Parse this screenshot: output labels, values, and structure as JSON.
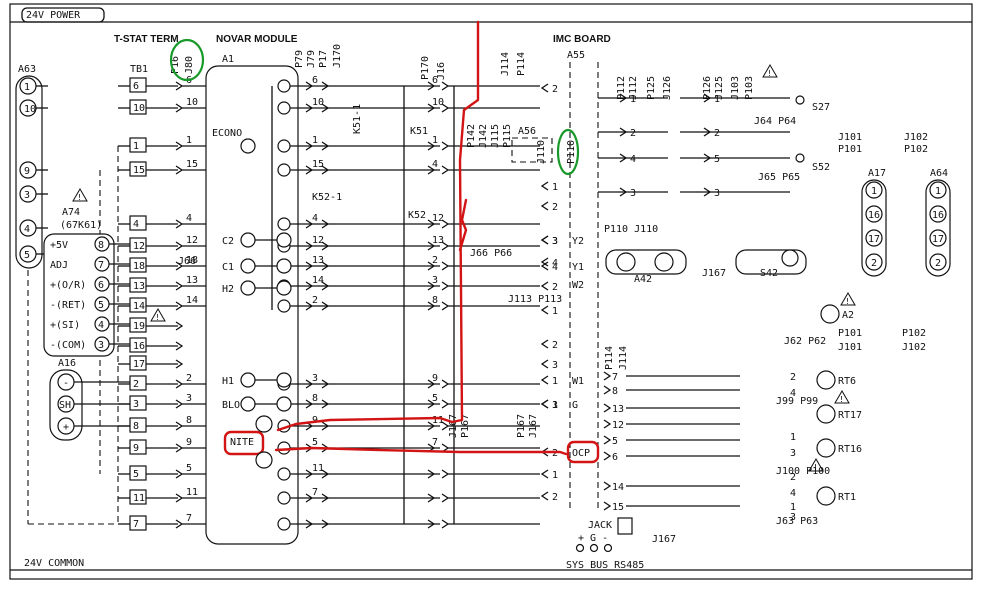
{
  "headings": {
    "power": "24V POWER",
    "common": "24V COMMON",
    "tstat": "T-STAT TERM",
    "novar": "NOVAR MODULE",
    "imc": "IMC BOARD"
  },
  "components": {
    "a63": "A63",
    "tb1": "TB1",
    "a1": "A1",
    "a55": "A55",
    "a56": "A56",
    "a74": "A74",
    "a74_part": "(67K61)",
    "a16": "A16",
    "a17": "A17",
    "a64": "A64",
    "a42": "A42",
    "a2": "A2",
    "s27": "S27",
    "s52": "S52",
    "s42": "S42",
    "k51": "K51",
    "k51_1": "K51-1",
    "k52": "K52",
    "k52_1": "K52-1",
    "econo": "ECONO",
    "nite": "NITE",
    "ocp": "OCP",
    "jack": "JACK",
    "jack_pins": "+  G  -",
    "rs485": "SYS BUS RS485",
    "rt6": "RT6",
    "rt17": "RT17",
    "rt16": "RT16",
    "rt1": "RT1",
    "warn": "!"
  },
  "connectors": {
    "p16": "P16",
    "j80": "J80",
    "p79": "P79",
    "j79": "J79",
    "p17": "P17",
    "j170": "J170",
    "p170": "P170",
    "j16": "J16",
    "j114": "J114",
    "p114": "P114",
    "p142": "P142",
    "j142": "J142",
    "j115": "J115",
    "p115": "P115",
    "j110": "J110",
    "p110": "P110",
    "p112": "P112",
    "j112": "J112",
    "p125": "P125",
    "j126": "J126",
    "p126": "P126",
    "j125": "J125",
    "j103": "J103",
    "p103": "P103",
    "j64p64": "J64 P64",
    "j65p65": "J65 P65",
    "j66p66": "J66 P66",
    "j66": "J66",
    "j101": "J101",
    "p101": "P101",
    "j102": "J102",
    "p102": "P102",
    "p110j110": "P110 J110",
    "j167": "J167",
    "p167": "P167",
    "j113p113": "J113 P113",
    "j62p62": "J62 P62",
    "j99p99": "J99 P99",
    "j100p100": "J100 P100",
    "j63p63": "J63 P63"
  },
  "a63_pins": [
    "1",
    "10",
    "9",
    "3",
    "4",
    "5"
  ],
  "tb1_terminals": [
    "6",
    "10",
    "1",
    "15",
    "4",
    "12",
    "18",
    "13",
    "14",
    "19",
    "16",
    "17",
    "2",
    "3",
    "8",
    "9",
    "5",
    "11",
    "7"
  ],
  "a74_pins": [
    {
      "label": "+5V",
      "num": "8"
    },
    {
      "label": "ADJ",
      "num": "7"
    },
    {
      "label": "+(O/R)",
      "num": "6"
    },
    {
      "label": "-(RET)",
      "num": "5"
    },
    {
      "label": "+(SI)",
      "num": "4"
    },
    {
      "label": "-(COM)",
      "num": "3"
    }
  ],
  "a16_pins": [
    "-",
    "SH",
    "+"
  ],
  "a1_inputs": [
    "6",
    "10",
    "1",
    "15",
    "4",
    "12",
    "18",
    "13",
    "14",
    "2",
    "3",
    "8",
    "9",
    "5",
    "11",
    "7"
  ],
  "a1_relays": [
    "C2",
    "C1",
    "H2",
    "H1",
    "BLO"
  ],
  "p79_pins": [
    "6",
    "10",
    "1",
    "15",
    "4",
    "12",
    "13",
    "14",
    "2",
    "3",
    "8",
    "9",
    "5",
    "11",
    "7"
  ],
  "j16_pins": [
    "6",
    "10",
    "1",
    "4",
    "12",
    "13",
    "2",
    "3",
    "8",
    "9",
    "5",
    "11",
    "7"
  ],
  "imc_left_pins": [
    "2",
    "1",
    "2",
    "3",
    "4",
    "1",
    "2",
    "3",
    "1",
    "3",
    "2",
    "1",
    "2",
    "3",
    "4",
    "1",
    "2"
  ],
  "imc_right_labels": [
    "Y2",
    "Y1",
    "W2",
    "W1",
    "G"
  ],
  "p112_pins": [
    "1",
    "2",
    "4",
    "3"
  ],
  "p126_pins": [
    "1",
    "2",
    "5",
    "3"
  ],
  "p114_pins": [
    "7",
    "8",
    "13",
    "12",
    "5",
    "6",
    "14",
    "15"
  ],
  "rt_pins": [
    "2",
    "4",
    "1",
    "3",
    "2",
    "4",
    "1",
    "3"
  ],
  "a17_pins": [
    "1",
    "16",
    "17",
    "2"
  ],
  "a64_pins": [
    "1",
    "16",
    "17",
    "2"
  ],
  "misc_numbers": [
    "6",
    "8",
    "9",
    "4",
    "4",
    "3",
    "1",
    "2",
    "9",
    "8",
    "7",
    "1",
    "3",
    "4",
    "2"
  ]
}
